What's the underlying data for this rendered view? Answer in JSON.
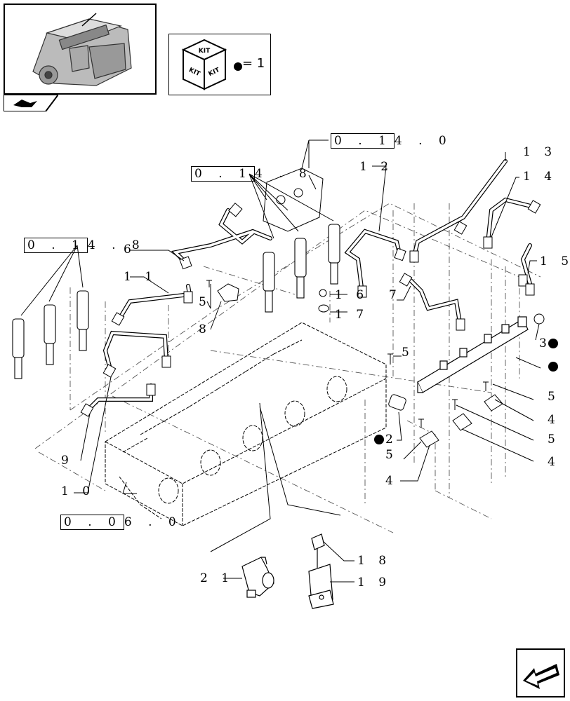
{
  "kit_legend": {
    "kit_label": "KIT",
    "equals_text": "= 1"
  },
  "references": {
    "r_top": {
      "boxed": "0 . 1",
      "rest": "4 . 0"
    },
    "r_mid": {
      "boxed": "0 . 1",
      "rest": "4 . 8"
    },
    "r_left": {
      "boxed": "0 . 1",
      "rest": "4 . 8"
    },
    "r_bottom": {
      "boxed": "0 . 0",
      "rest": "6 . 0"
    }
  },
  "callouts": {
    "c6": "6",
    "c11": "1 1",
    "c5a": "5",
    "c8": "8",
    "c9": "9",
    "c10": "1 0",
    "c12": "1 2",
    "c13": "1 3",
    "c14": "1 4",
    "c15": "1 5",
    "c16": "1 6",
    "c17": "1 7",
    "c7": "7",
    "c5b": "5",
    "c3": "3",
    "c2": "2",
    "c5c": "5",
    "c4a": "4",
    "c5d": "5",
    "c5e": "5",
    "c4b": "4",
    "c4c": "4",
    "c18": "1 8",
    "c19": "1 9",
    "c21": "2 1"
  },
  "colors": {
    "line": "#000000",
    "dash": "#555555",
    "paper": "#ffffff"
  },
  "icons": [
    "engine-thumbnail-icon",
    "kit-box-icon",
    "bullet-icon",
    "next-page-arrow-icon"
  ]
}
